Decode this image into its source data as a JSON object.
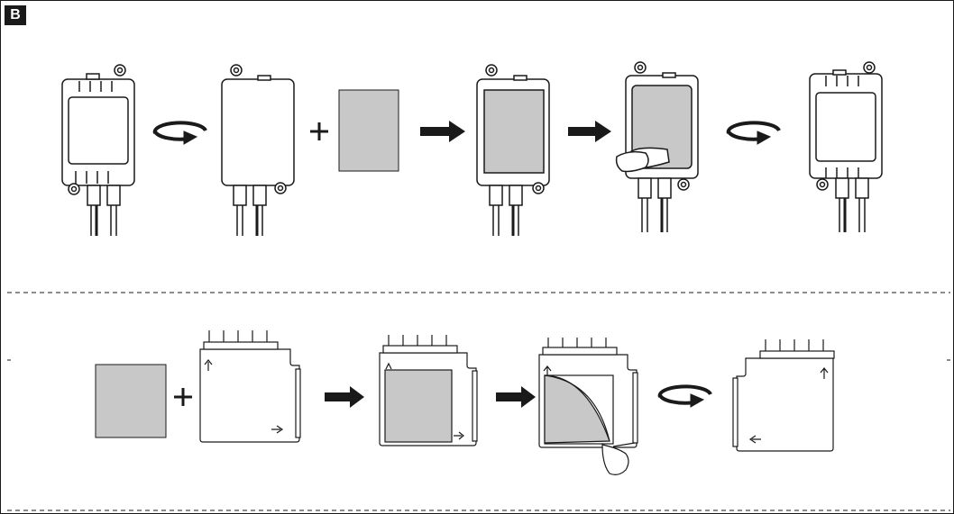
{
  "panel": {
    "label": "B",
    "label_bg": "#1a1a1a",
    "label_fg": "#ffffff"
  },
  "colors": {
    "line": "#1a1a1a",
    "pad_fill": "#c8c8c8",
    "background": "#ffffff",
    "arrow": "#1a1a1a"
  },
  "icons": {
    "plus": "+",
    "rotate": "rotate-arrow-icon",
    "next": "right-arrow-icon",
    "orientation": "orientation-arrow-icon"
  },
  "top_row": {
    "steps": [
      "device-front",
      "rotate",
      "device-back",
      "plus",
      "adhesive-pad",
      "next",
      "device-back-with-pad",
      "next",
      "peel-backing",
      "rotate",
      "device-front"
    ]
  },
  "bottom_row": {
    "steps": [
      "adhesive-pad",
      "plus",
      "module-back",
      "next",
      "module-back-with-pad",
      "next",
      "peel-backing",
      "rotate",
      "module-front"
    ]
  }
}
